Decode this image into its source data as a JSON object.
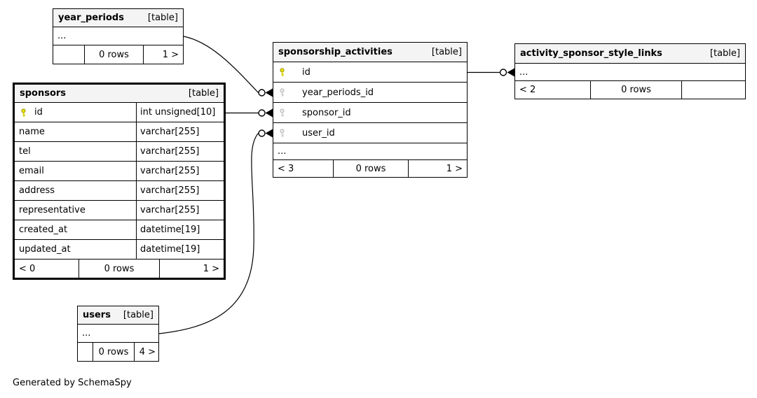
{
  "diagram": {
    "generated_note": "Generated by SchemaSpy",
    "colors": {
      "header_bg": "#f4f4f4",
      "border": "#000000",
      "focus_table_border": "#000000",
      "primary_key_icon": "#eae600",
      "foreign_key_icon": "#cdcdcd",
      "relationship_line": "#000000"
    }
  },
  "tables": {
    "year_periods": {
      "name": "year_periods",
      "tag": "[table]",
      "ellipsis": "...",
      "footer": {
        "left": "",
        "center": "0 rows",
        "right": "1 >"
      }
    },
    "sponsors": {
      "name": "sponsors",
      "tag": "[table]",
      "columns": [
        {
          "name": "id",
          "type": "int unsigned[10]",
          "key": "primary"
        },
        {
          "name": "name",
          "type": "varchar[255]",
          "key": ""
        },
        {
          "name": "tel",
          "type": "varchar[255]",
          "key": ""
        },
        {
          "name": "email",
          "type": "varchar[255]",
          "key": ""
        },
        {
          "name": "address",
          "type": "varchar[255]",
          "key": ""
        },
        {
          "name": "representative",
          "type": "varchar[255]",
          "key": ""
        },
        {
          "name": "created_at",
          "type": "datetime[19]",
          "key": ""
        },
        {
          "name": "updated_at",
          "type": "datetime[19]",
          "key": ""
        }
      ],
      "footer": {
        "left": "< 0",
        "center": "0 rows",
        "right": "1 >"
      }
    },
    "sponsorship_activities": {
      "name": "sponsorship_activities",
      "tag": "[table]",
      "columns": [
        {
          "name": "id",
          "key": "primary"
        },
        {
          "name": "year_periods_id",
          "key": "foreign"
        },
        {
          "name": "sponsor_id",
          "key": "foreign"
        },
        {
          "name": "user_id",
          "key": "foreign"
        }
      ],
      "ellipsis": "...",
      "footer": {
        "left": "< 3",
        "center": "0 rows",
        "right": "1 >"
      }
    },
    "activity_sponsor_style_links": {
      "name": "activity_sponsor_style_links",
      "tag": "[table]",
      "ellipsis": "...",
      "footer": {
        "left": "< 2",
        "center": "0 rows",
        "right": ""
      }
    },
    "users": {
      "name": "users",
      "tag": "[table]",
      "ellipsis": "...",
      "footer": {
        "left": "",
        "center": "0 rows",
        "right": "4 >"
      }
    }
  },
  "relationships": [
    {
      "from": "year_periods",
      "to": "sponsorship_activities.year_periods_id"
    },
    {
      "from": "sponsors.id",
      "to": "sponsorship_activities.sponsor_id"
    },
    {
      "from": "users",
      "to": "sponsorship_activities.user_id"
    },
    {
      "from": "sponsorship_activities.id",
      "to": "activity_sponsor_style_links"
    }
  ]
}
